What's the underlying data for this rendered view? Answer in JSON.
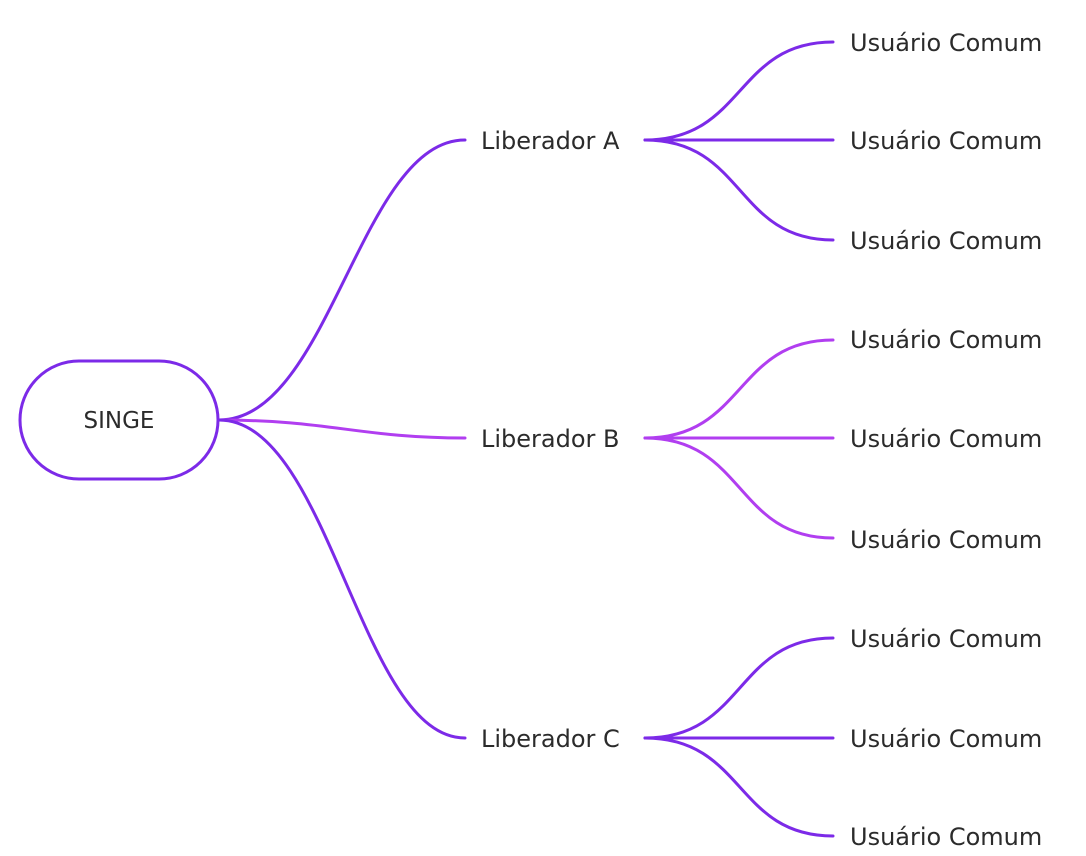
{
  "root": {
    "label": "SINGE"
  },
  "branches": [
    {
      "label": "Liberador A",
      "color": "#7c2ae8",
      "children": [
        {
          "label": "Usuário Comum"
        },
        {
          "label": "Usuário Comum"
        },
        {
          "label": "Usuário Comum"
        }
      ]
    },
    {
      "label": "Liberador B",
      "color": "#b13ef0",
      "children": [
        {
          "label": "Usuário Comum"
        },
        {
          "label": "Usuário Comum"
        },
        {
          "label": "Usuário Comum"
        }
      ]
    },
    {
      "label": "Liberador C",
      "color": "#7c2ae8",
      "children": [
        {
          "label": "Usuário Comum"
        },
        {
          "label": "Usuário Comum"
        },
        {
          "label": "Usuário Comum"
        }
      ]
    }
  ],
  "colors": {
    "root_border": "#7c2ae8",
    "text": "#2b2b2b"
  }
}
